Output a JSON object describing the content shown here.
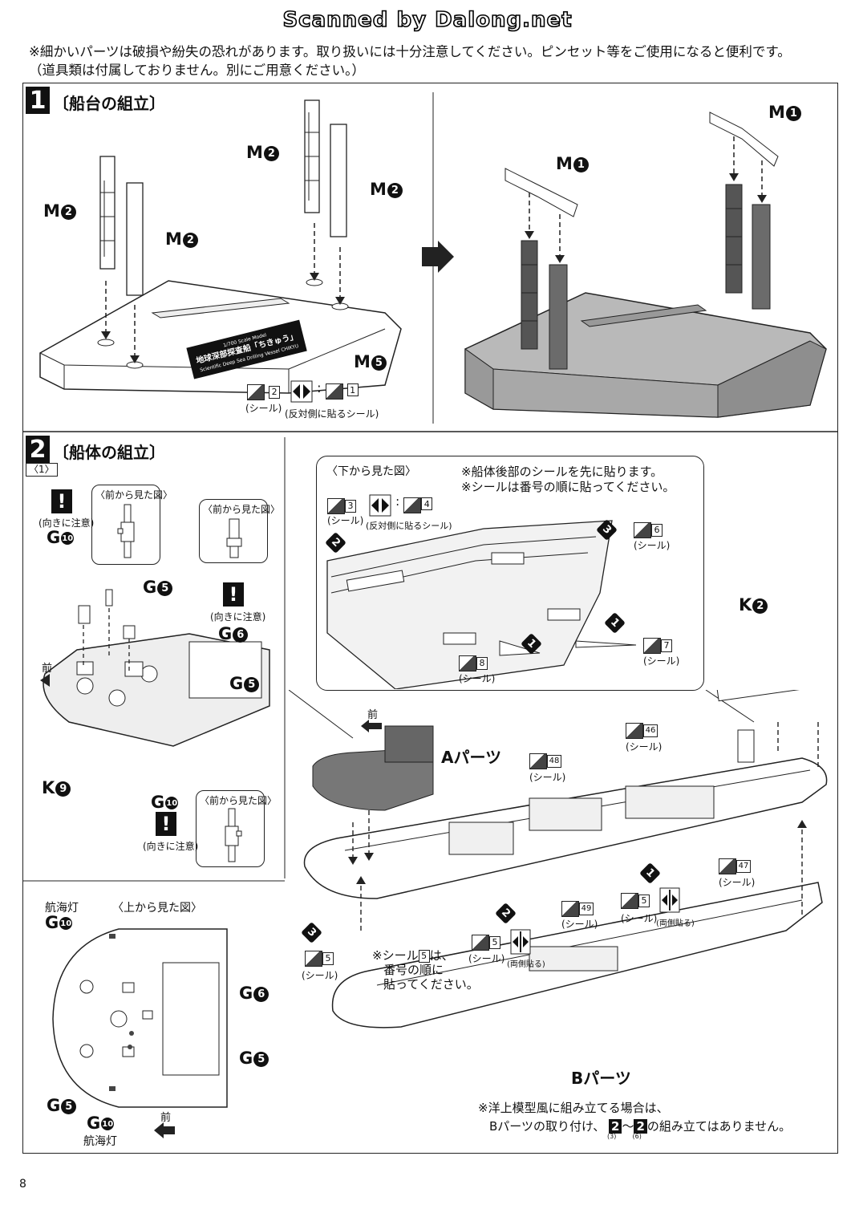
{
  "header": {
    "scan_credit": "Scanned by Dalong.net",
    "notice_line1": "※細かいパーツは破損や紛失の恐れがあります。取り扱いには十分注意してください。ピンセット等をご使用になると便利です。",
    "notice_line2": "（道具類は付属しておりません。別にご用意ください。）"
  },
  "step1": {
    "number": "1",
    "title": "〔船台の組立〕",
    "labels": {
      "m2_a": "M",
      "m2_a_num": "2",
      "m2_b": "M",
      "m2_b_num": "2",
      "m2_c": "M",
      "m2_c_num": "2",
      "m2_d": "M",
      "m2_d_num": "2",
      "m5": "M",
      "m5_num": "5",
      "m1_a": "M",
      "m1_a_num": "1",
      "m1_b": "M",
      "m1_b_num": "1"
    },
    "plate": {
      "scale": "1/700 Scale Model",
      "jp_name": "地球深部探査船「ちきゅう」",
      "en_name": "Scientific Deep Sea Drilling Vessel CHIKYU"
    },
    "stickers": {
      "sticker_no": "2",
      "sticker_caption": "(シール)",
      "reverse_no": "1",
      "reverse_caption": "(反対側に貼るシール)"
    }
  },
  "step2": {
    "number": "2",
    "title": "〔船体の組立〕",
    "sub": "〈1〉",
    "front_view_1": "〈前から見た図〉",
    "front_view_2": "〈前から見た図〉",
    "front_view_3": "〈前から見た図〉",
    "orientation_1": "(向きに注意)",
    "orientation_2": "(向きに注意)",
    "orientation_3": "(向きに注意)",
    "forward": "前",
    "forward_2": "前",
    "forward_3": "前",
    "labels": {
      "g10_a": "G",
      "g10_a_num": "10",
      "g5_a": "G",
      "g5_a_num": "5",
      "g6_a": "G",
      "g6_a_num": "6",
      "g5_b": "G",
      "g5_b_num": "5",
      "g10_b": "G",
      "g10_b_num": "10",
      "k9": "K",
      "k9_num": "9",
      "k2": "K",
      "k2_num": "2"
    },
    "bottom_view": {
      "title": "〈下から見た図〉",
      "note1": "※船体後部のシールを先に貼ります。",
      "note2": "※シールは番号の順に貼ってください。",
      "s3": "3",
      "s4": "4",
      "s6": "6",
      "s7": "7",
      "s8": "8",
      "seal": "(シール)",
      "reverse": "(反対側に貼るシール)",
      "step_marks": [
        "1",
        "2",
        "3"
      ]
    },
    "top_view": {
      "nav_light": "航海灯",
      "title": "〈上から見た図〉",
      "g10": "G",
      "g10_num": "10",
      "g6": "G",
      "g6_num": "6",
      "g5_r": "G",
      "g5_r_num": "5",
      "g5_l": "G",
      "g5_l_num": "5",
      "g10_b": "G",
      "g10_b_num": "10",
      "nav_light_b": "航海灯"
    },
    "hull": {
      "part_a": "Aパーツ",
      "part_b": "Bパーツ",
      "s46": "46",
      "s47": "47",
      "s48": "48",
      "s49": "49",
      "s5a": "5",
      "s5b": "5",
      "s5c": "5",
      "seal": "(シール)",
      "both_sides": "(両側貼る)",
      "sticker_note1": "※シール",
      "sticker_note_box": "5",
      "sticker_note2": "は、",
      "sticker_note3": "番号の順に",
      "sticker_note4": "貼ってください。",
      "water_note1": "※洋上模型風に組み立てる場合は、",
      "water_note2": "Bパーツの取り付け、",
      "water_note_a": "2",
      "water_note_mid": "～",
      "water_note_b": "2",
      "water_note3": "の組み立てはありません。",
      "water_sub_a": "(3)",
      "water_sub_b": "(6)"
    }
  },
  "footer": {
    "page": "8"
  }
}
